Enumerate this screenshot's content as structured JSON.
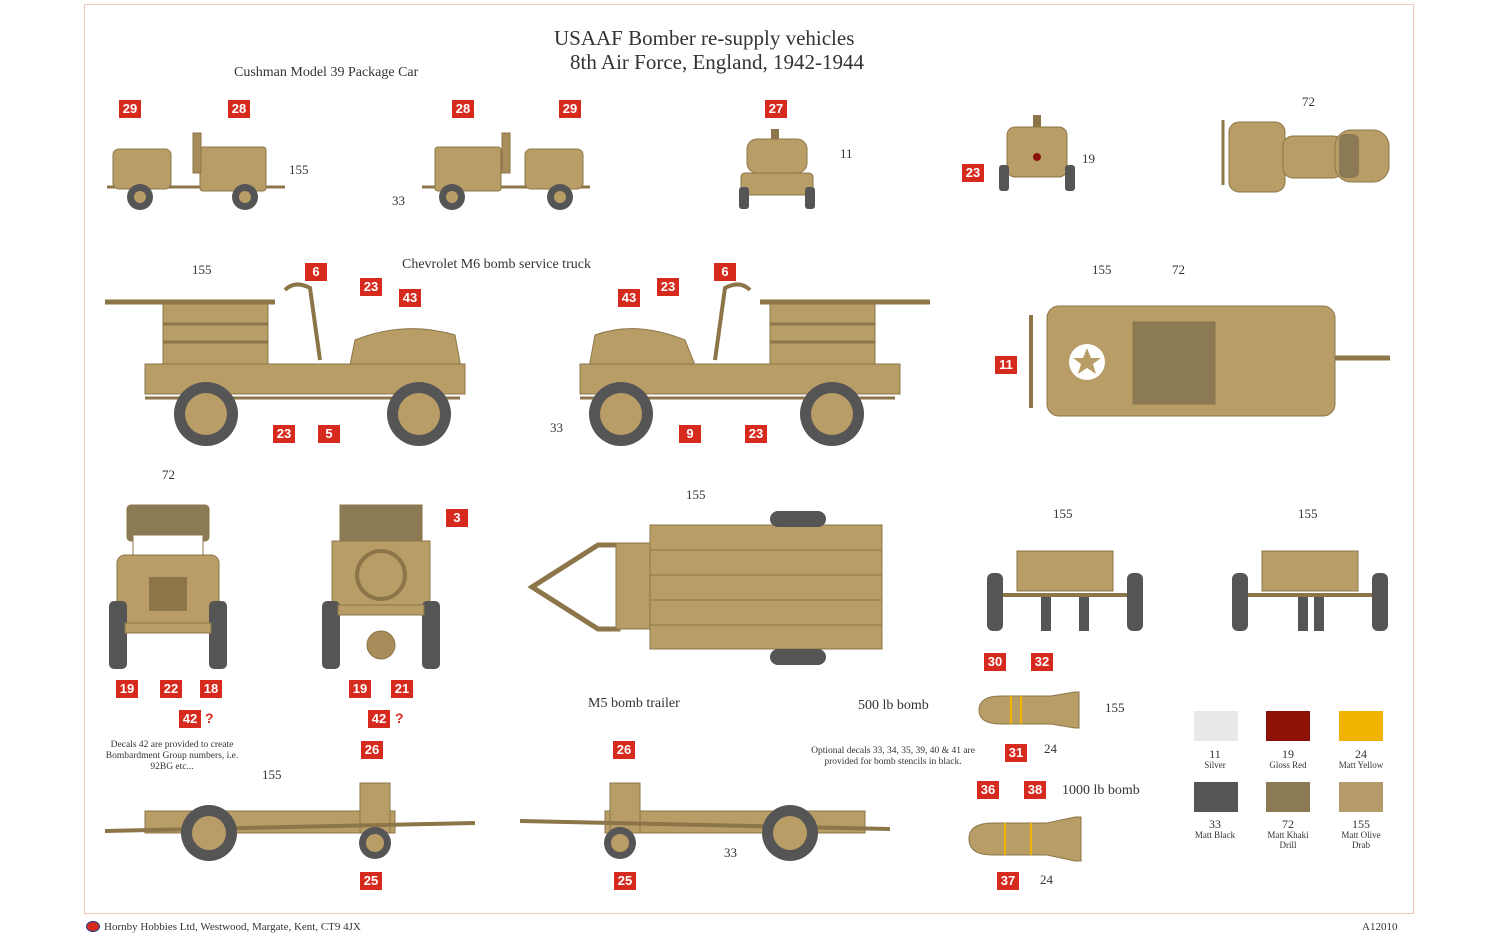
{
  "title": {
    "line1": "USAAF Bomber re-supply vehicles",
    "line2": "8th Air Force, England, 1942-1944"
  },
  "captions": {
    "cushman": "Cushman Model 39 Package Car",
    "chevrolet": "Chevrolet M6 bomb service truck",
    "trailer": "M5 bomb trailer",
    "bomb500": "500 lb bomb",
    "bomb1000": "1000 lb bomb"
  },
  "notes": {
    "decal42": "Decals 42 are provided to create Bombardment Group numbers, i.e. 92BG etc...",
    "optional": "Optional decals 33, 34, 35, 39, 40 & 41 are provided for bomb stencils in black."
  },
  "callouts": {
    "c29a": "29",
    "c28a": "28",
    "c155a": "155",
    "c28b": "28",
    "c29b": "29",
    "c33a": "33",
    "c27": "27",
    "c11a": "11",
    "c23a": "23",
    "c19a": "19",
    "c72a": "72",
    "c155b": "155",
    "c6a": "6",
    "c23b": "23",
    "c43a": "43",
    "c23c": "23",
    "c5": "5",
    "c43b": "43",
    "c23d": "23",
    "c6b": "6",
    "c33b": "33",
    "c9": "9",
    "c23e": "23",
    "c155c": "155",
    "c72b": "72",
    "c11b": "11",
    "c72c": "72",
    "c19b": "19",
    "c22": "22",
    "c18": "18",
    "c42a": "42",
    "qa": "?",
    "c3": "3",
    "c19c": "19",
    "c21": "21",
    "c42b": "42",
    "qb": "?",
    "c155d": "155",
    "c155e": "155",
    "c155f": "155",
    "c30": "30",
    "c32": "32",
    "c31": "31",
    "c155g": "155",
    "c24a": "24",
    "c36": "36",
    "c38": "38",
    "c37": "37",
    "c24b": "24",
    "c155h": "155",
    "c26a": "26",
    "c25a": "25",
    "c26b": "26",
    "c25b": "25",
    "c33c": "33"
  },
  "colour_key": [
    {
      "number": "11",
      "name": "Silver",
      "hex": "#e8e8e8"
    },
    {
      "number": "19",
      "name": "Gloss Red",
      "hex": "#8e1208"
    },
    {
      "number": "24",
      "name": "Matt Yellow",
      "hex": "#f2b200"
    },
    {
      "number": "33",
      "name": "Matt Black",
      "hex": "#555555"
    },
    {
      "number": "72",
      "name": "Matt Khaki Drill",
      "hex": "#8c7a55"
    },
    {
      "number": "155",
      "name": "Matt Olive Drab",
      "hex": "#b59a6a"
    }
  ],
  "footer": {
    "address": "Hornby Hobbies Ltd, Westwood, Margate, Kent, CT9 4JX",
    "code": "A12010"
  },
  "colors": {
    "khaki": "#b99d67",
    "khaki_dark": "#8c7548",
    "badge_red": "#d62a1f",
    "tyre": "#555555"
  }
}
